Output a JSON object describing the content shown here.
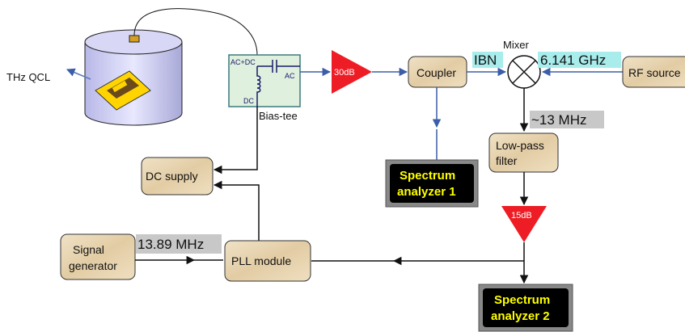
{
  "diagram": {
    "qcl_label": "THz QCL",
    "bias_tee": {
      "label": "Bias-tee",
      "port_acdc": "AC+DC",
      "port_ac": "AC",
      "port_dc": "DC"
    },
    "amp1_gain": "30dB",
    "coupler": "Coupler",
    "mixer": "Mixer",
    "ibn": "IBN",
    "lo_freq": "6.141 GHz",
    "rf_source": "RF source",
    "if_freq": "~13 MHz",
    "lowpass_line1": "Low-pass",
    "lowpass_line2": "filter",
    "amp2_gain": "15dB",
    "spectrum1_line1": "Spectrum",
    "spectrum1_line2": "analyzer 1",
    "spectrum2_line1": "Spectrum",
    "spectrum2_line2": "analyzer 2",
    "dc_supply": "DC supply",
    "siggen_line1": "Signal",
    "siggen_line2": "generator",
    "ref_freq": "13.89 MHz",
    "pll": "PLL module"
  },
  "colors": {
    "box_fill": "#e8d6b6",
    "box_stroke": "#333333",
    "signal_line": "#3b5ea8",
    "amp_fill": "#ee1c24",
    "highlight": "#a8ecec",
    "gray_tag": "#c8c8c8",
    "sa_fill": "#000000",
    "sa_text": "#ffff00",
    "biastee_fill": "#dff0df"
  }
}
